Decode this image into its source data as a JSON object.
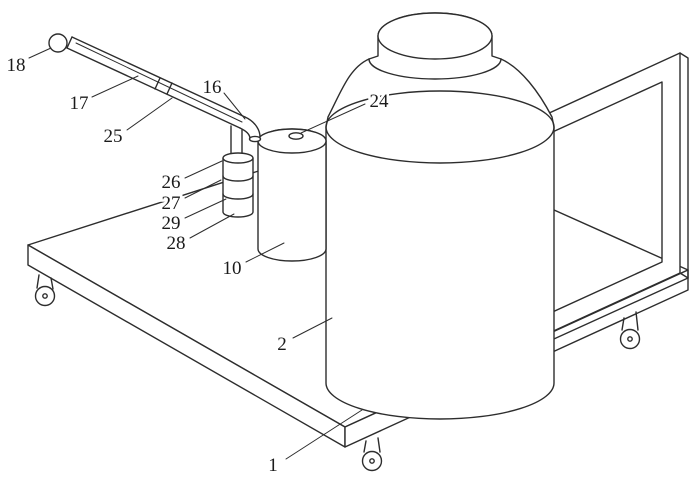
{
  "figure": {
    "background": "#ffffff",
    "line_color": "#2d2d2d",
    "label_color": "#1b1b1b"
  },
  "labels": [
    {
      "id": "18",
      "text": "18"
    },
    {
      "id": "17",
      "text": "17"
    },
    {
      "id": "25",
      "text": "25"
    },
    {
      "id": "16",
      "text": "16"
    },
    {
      "id": "24",
      "text": "24"
    },
    {
      "id": "26",
      "text": "26"
    },
    {
      "id": "27",
      "text": "27"
    },
    {
      "id": "29",
      "text": "29"
    },
    {
      "id": "28",
      "text": "28"
    },
    {
      "id": "10",
      "text": "10"
    },
    {
      "id": "2",
      "text": "2"
    },
    {
      "id": "1",
      "text": "1"
    }
  ]
}
